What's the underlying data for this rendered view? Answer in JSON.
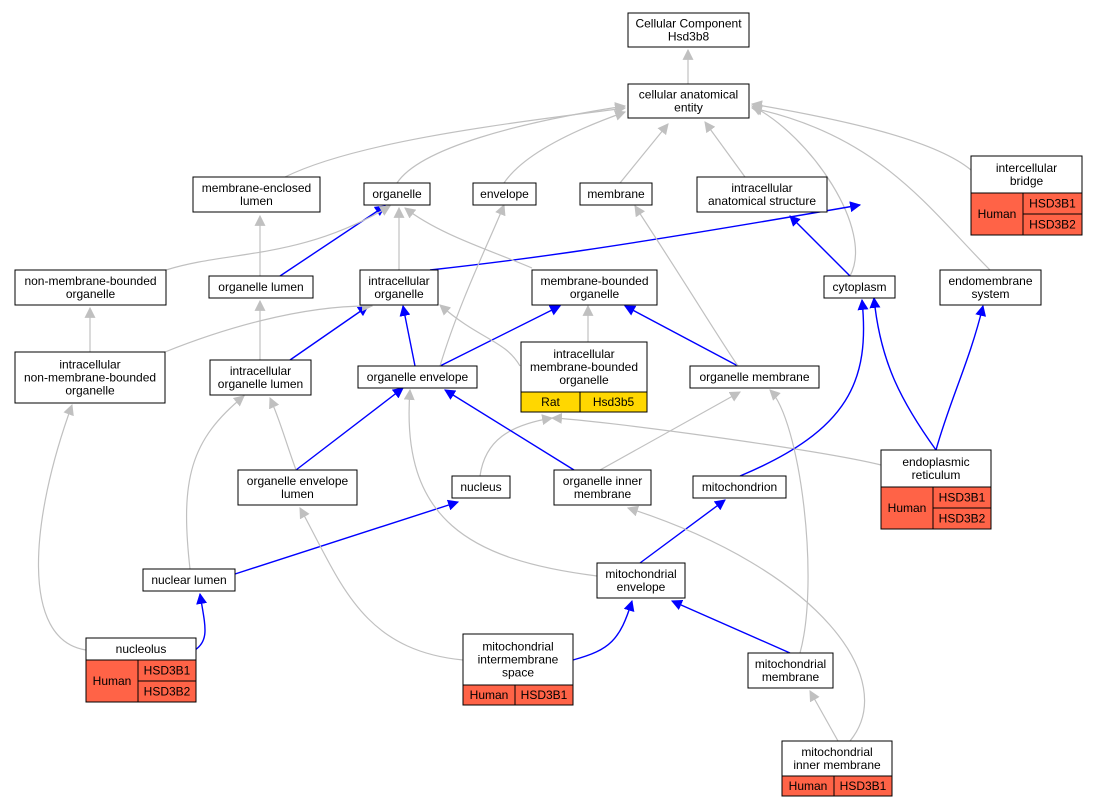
{
  "colors": {
    "edge_grey": "#c0c0c0",
    "edge_blue": "#0000ff",
    "human_fill": "#ff6347",
    "rat_fill": "#ffd700",
    "node_stroke": "#000000"
  },
  "nodes": [
    {
      "id": "root",
      "lines": [
        "Cellular Component",
        "Hsd3b8"
      ]
    },
    {
      "id": "cae",
      "lines": [
        "cellular anatomical",
        "entity"
      ]
    },
    {
      "id": "mel",
      "lines": [
        "membrane-enclosed",
        "lumen"
      ]
    },
    {
      "id": "org",
      "lines": [
        "organelle"
      ]
    },
    {
      "id": "env",
      "lines": [
        "envelope"
      ]
    },
    {
      "id": "mem",
      "lines": [
        "membrane"
      ]
    },
    {
      "id": "ias",
      "lines": [
        "intracellular",
        "anatomical structure"
      ]
    },
    {
      "id": "ib",
      "lines": [
        "intercellular",
        "bridge"
      ],
      "species": "Human",
      "genes": [
        "HSD3B1",
        "HSD3B2"
      ]
    },
    {
      "id": "nmbo",
      "lines": [
        "non-membrane-bounded",
        "organelle"
      ]
    },
    {
      "id": "ol",
      "lines": [
        "organelle lumen"
      ]
    },
    {
      "id": "io",
      "lines": [
        "intracellular",
        "organelle"
      ]
    },
    {
      "id": "mbo",
      "lines": [
        "membrane-bounded",
        "organelle"
      ]
    },
    {
      "id": "cyt",
      "lines": [
        "cytoplasm"
      ]
    },
    {
      "id": "ems",
      "lines": [
        "endomembrane",
        "system"
      ]
    },
    {
      "id": "inmbo",
      "lines": [
        "intracellular",
        "non-membrane-bounded",
        "organelle"
      ]
    },
    {
      "id": "iol",
      "lines": [
        "intracellular",
        "organelle lumen"
      ]
    },
    {
      "id": "oenv",
      "lines": [
        "organelle envelope"
      ]
    },
    {
      "id": "imbo",
      "lines": [
        "intracellular",
        "membrane-bounded",
        "organelle"
      ],
      "species": "Rat",
      "genes": [
        "Hsd3b5"
      ]
    },
    {
      "id": "om",
      "lines": [
        "organelle membrane"
      ]
    },
    {
      "id": "er",
      "lines": [
        "endoplasmic",
        "reticulum"
      ],
      "species": "Human",
      "genes": [
        "HSD3B1",
        "HSD3B2"
      ]
    },
    {
      "id": "oel",
      "lines": [
        "organelle envelope",
        "lumen"
      ]
    },
    {
      "id": "nuc",
      "lines": [
        "nucleus"
      ]
    },
    {
      "id": "oim",
      "lines": [
        "organelle inner",
        "membrane"
      ]
    },
    {
      "id": "mito",
      "lines": [
        "mitochondrion"
      ]
    },
    {
      "id": "nl",
      "lines": [
        "nuclear lumen"
      ]
    },
    {
      "id": "menv",
      "lines": [
        "mitochondrial",
        "envelope"
      ]
    },
    {
      "id": "nucl",
      "lines": [
        "nucleolus"
      ],
      "species": "Human",
      "genes": [
        "HSD3B1",
        "HSD3B2"
      ]
    },
    {
      "id": "mis",
      "lines": [
        "mitochondrial",
        "intermembrane",
        "space"
      ],
      "species": "Human",
      "genes": [
        "HSD3B1"
      ]
    },
    {
      "id": "mm",
      "lines": [
        "mitochondrial",
        "membrane"
      ]
    },
    {
      "id": "mim",
      "lines": [
        "mitochondrial",
        "inner membrane"
      ],
      "species": "Human",
      "genes": [
        "HSD3B1"
      ]
    }
  ]
}
